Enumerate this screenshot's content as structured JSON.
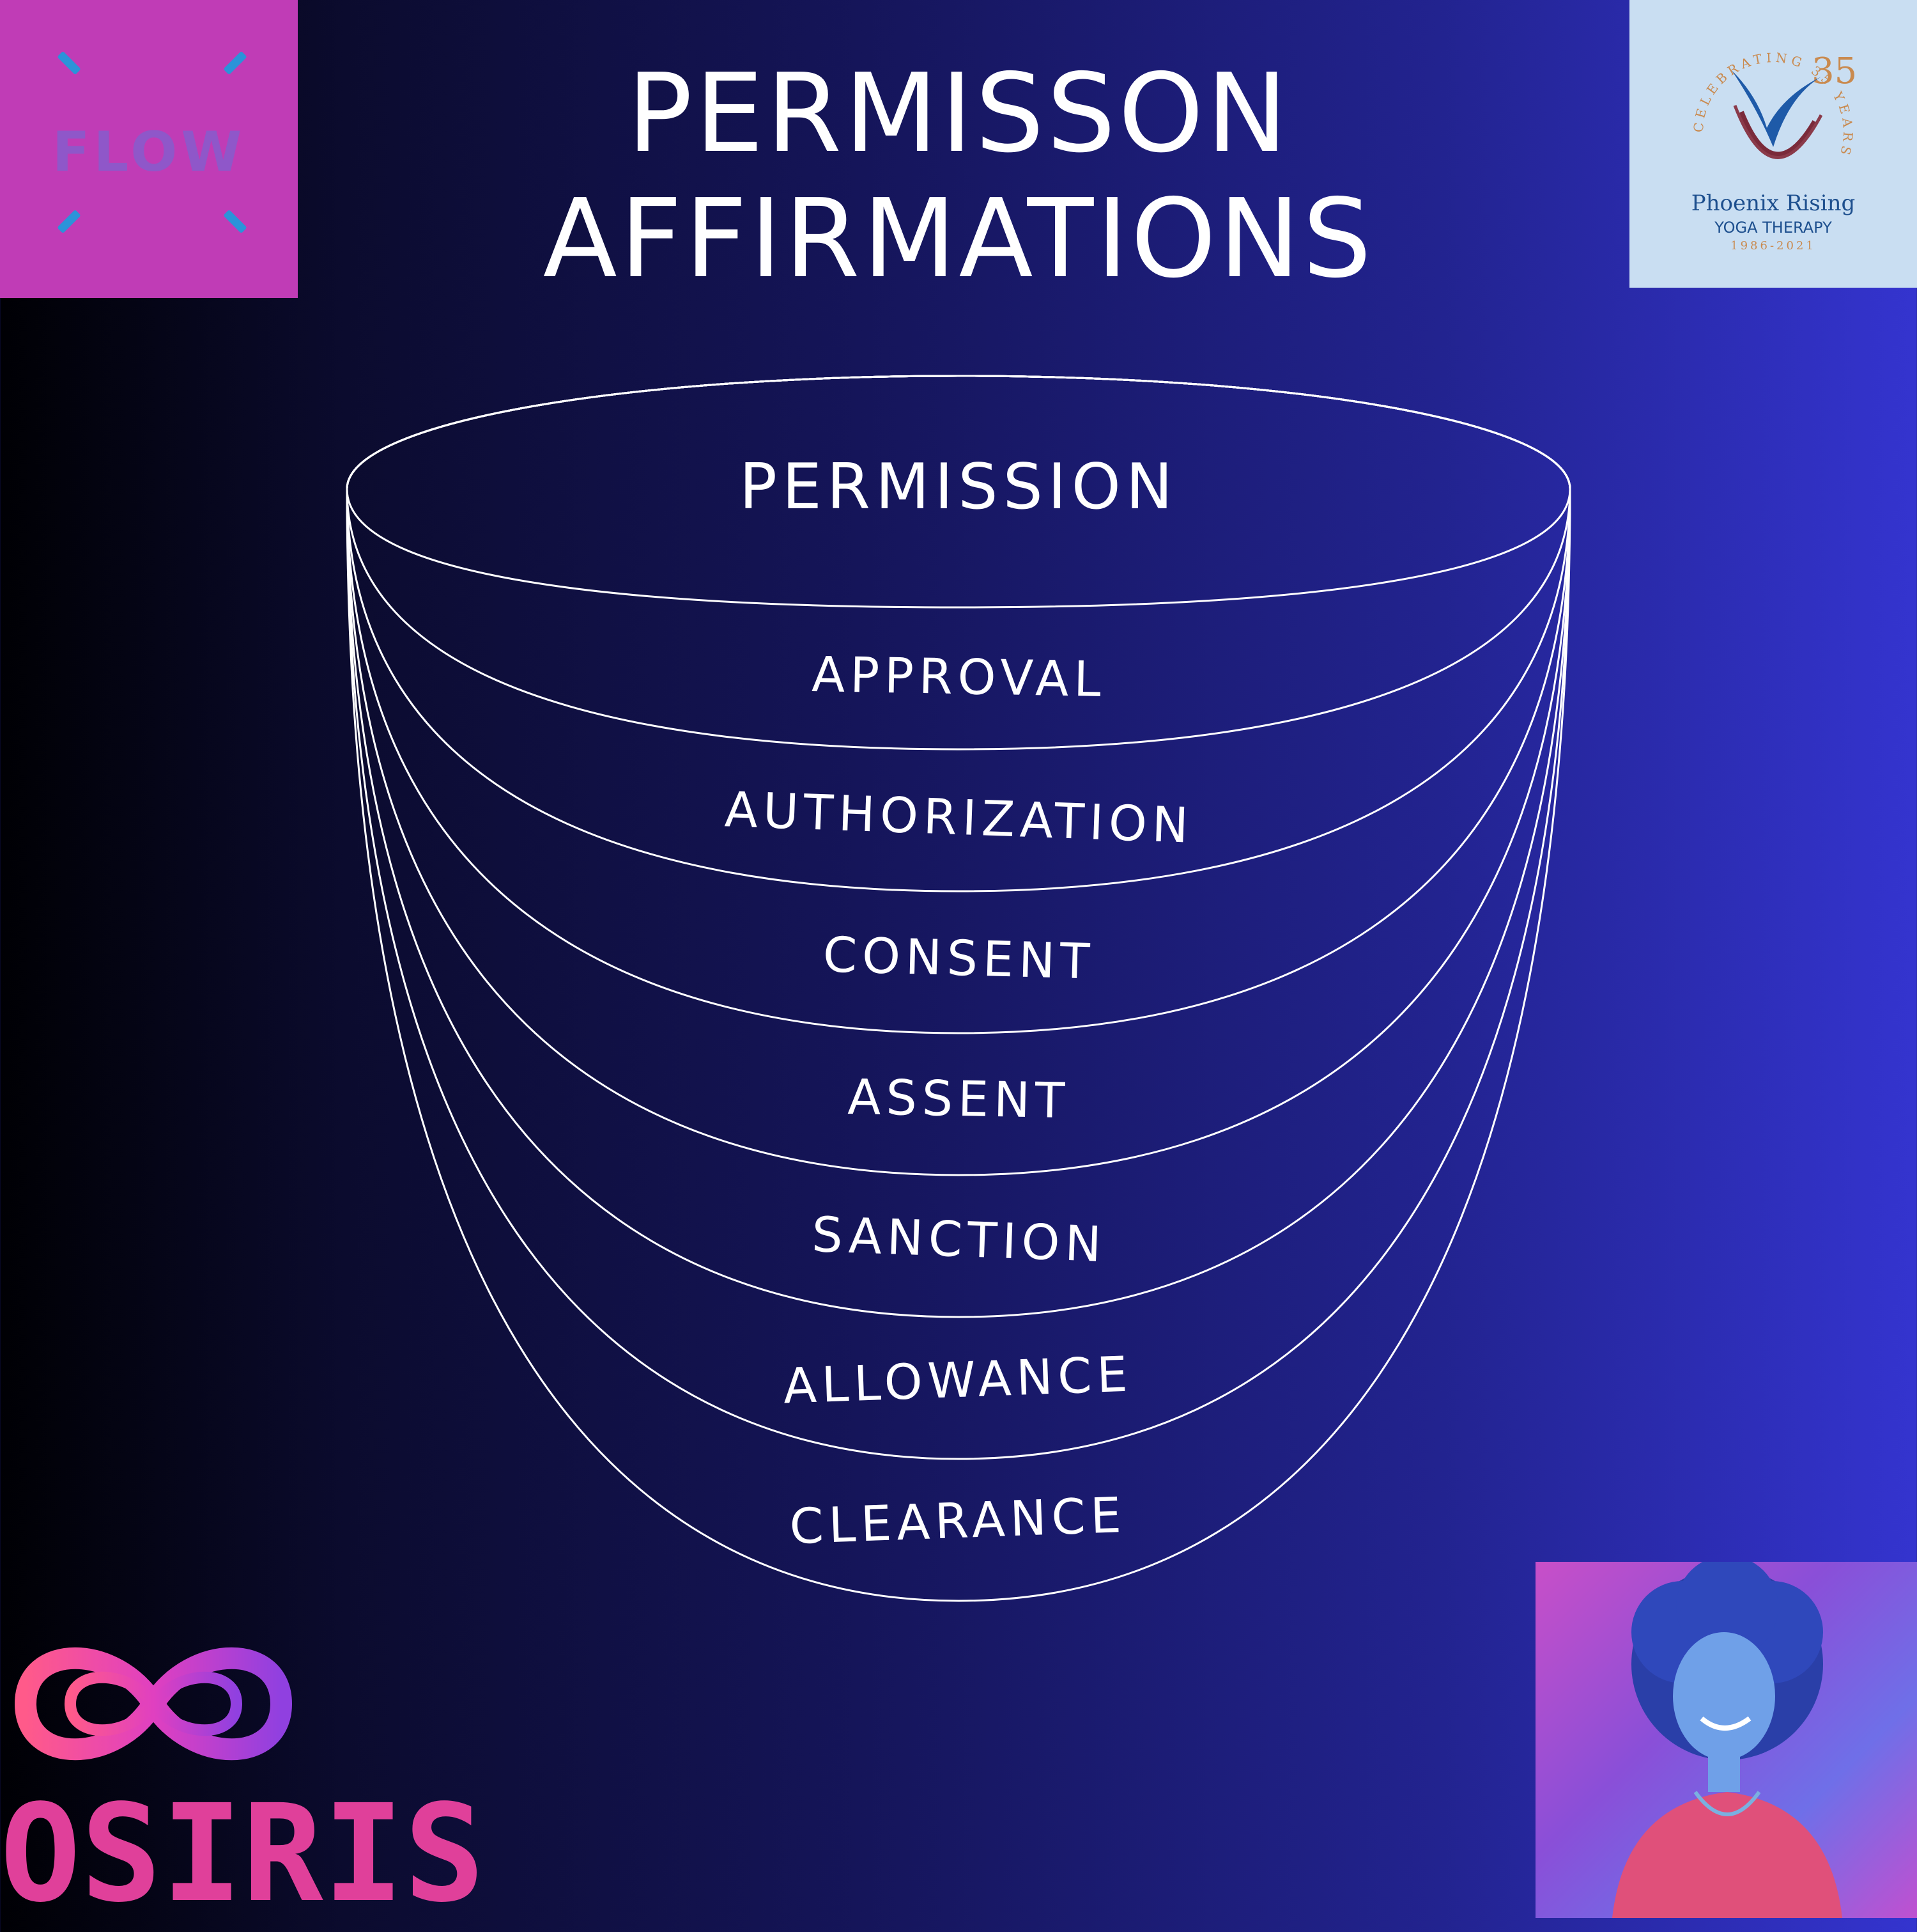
{
  "title": {
    "line1": "PERMISSON",
    "line2": "AFFIRMATIONS"
  },
  "rings": [
    {
      "label": "PERMISSION"
    },
    {
      "label": "APPROVAL"
    },
    {
      "label": "AUTHORIZATION"
    },
    {
      "label": "CONSENT"
    },
    {
      "label": "ASSENT"
    },
    {
      "label": "SANCTION"
    },
    {
      "label": "ALLOWANCE"
    },
    {
      "label": "CLEARANCE"
    }
  ],
  "logos": {
    "flow": {
      "text": "FLOW",
      "color": "#c03cb6"
    },
    "phoenix": {
      "arc_text": "CELEBRATING 35 YEARS",
      "number": "35",
      "name": "Phoenix Rising",
      "subtitle": "YOGA THERAPY",
      "years": "1986-2021"
    },
    "osiris": {
      "text": "OSIRIS"
    }
  },
  "colors": {
    "background_left": "#000004",
    "background_right": "#3434cf",
    "ring_stroke": "#ffffff"
  },
  "icons": [
    "infinity-icon",
    "phoenix-bird-icon",
    "flow-corner-icon"
  ]
}
